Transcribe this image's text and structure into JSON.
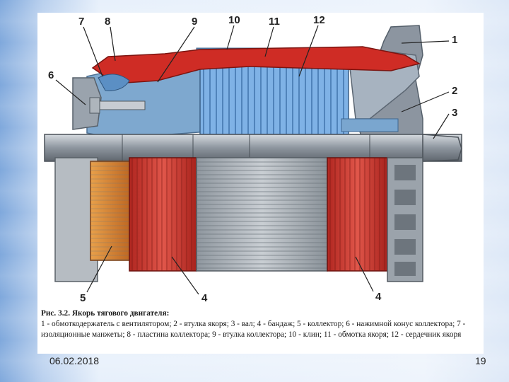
{
  "figure": {
    "callouts": [
      "1",
      "2",
      "3",
      "4",
      "4",
      "5",
      "6",
      "7",
      "8",
      "9",
      "10",
      "11",
      "12"
    ],
    "caption_title": "Рис. 3.2. Якорь тягового двигателя:",
    "caption_text": "1 - обмоткодержатель с вентилятором; 2 - втулка якоря; 3 - вал; 4 - бандаж; 5 - коллектор; 6 - нажимной конус коллектора; 7 - изоляционные манжеты; 8 - пластина коллектора; 9 - втулка коллектора; 10 - клин; 11 - обмотка якоря; 12 - сердечник якоря"
  },
  "footer": {
    "date": "06.02.2018",
    "page_number": "19"
  },
  "colors": {
    "winding_red": "#c8302c",
    "core_blue": "#6a9fd8",
    "shaft_gray": "#9aa2ab",
    "commutator_orange": "#d6782a"
  }
}
